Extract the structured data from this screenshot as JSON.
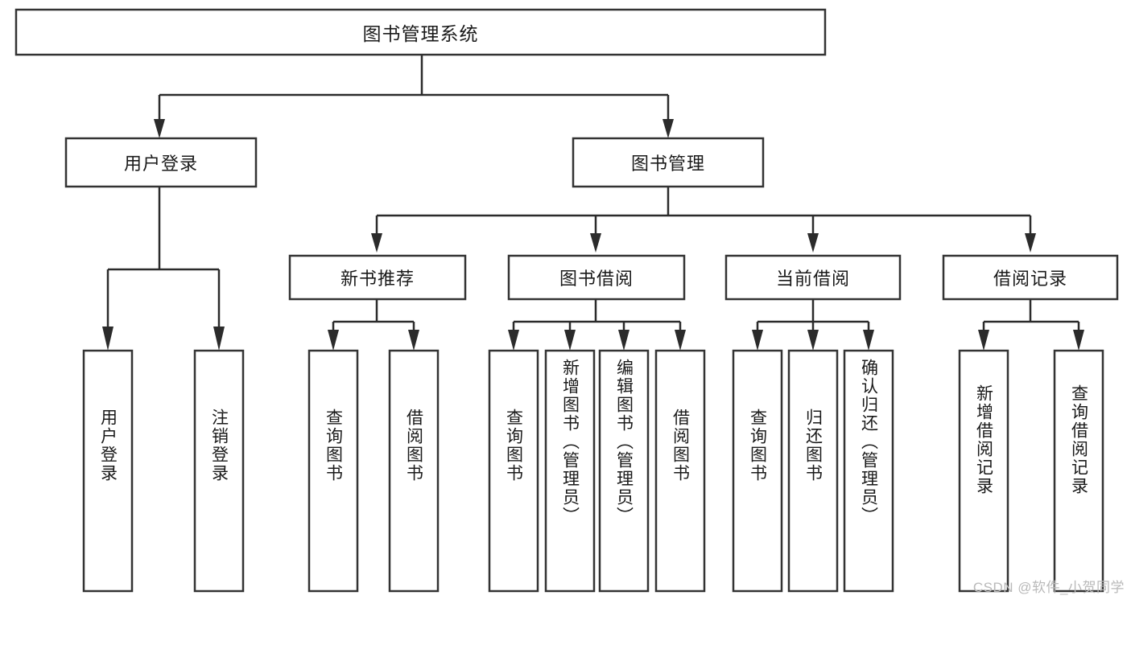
{
  "diagram": {
    "type": "tree-flowchart",
    "title_node": {
      "label": "图书管理系统"
    },
    "level2": [
      {
        "id": "user-login",
        "label": "用户登录"
      },
      {
        "id": "book-management",
        "label": "图书管理"
      }
    ],
    "level3": [
      {
        "id": "new-book-recommend",
        "label": "新书推荐"
      },
      {
        "id": "book-borrow",
        "label": "图书借阅"
      },
      {
        "id": "current-borrow",
        "label": "当前借阅"
      },
      {
        "id": "borrow-record",
        "label": "借阅记录"
      }
    ],
    "leaves": {
      "user_login": [
        {
          "id": "leaf-user-login",
          "label": "用户登录"
        },
        {
          "id": "leaf-logout-login",
          "label": "注销登录"
        }
      ],
      "new_book_recommend": [
        {
          "id": "leaf-query-book-1",
          "label": "查询图书"
        },
        {
          "id": "leaf-borrow-book-1",
          "label": "借阅图书"
        }
      ],
      "book_borrow": [
        {
          "id": "leaf-query-book-2",
          "label": "查询图书"
        },
        {
          "id": "leaf-add-book",
          "label": "新增图书（管理员）"
        },
        {
          "id": "leaf-edit-book",
          "label": "编辑图书（管理员）"
        },
        {
          "id": "leaf-borrow-book-2",
          "label": "借阅图书"
        }
      ],
      "current_borrow": [
        {
          "id": "leaf-query-book-3",
          "label": "查询图书"
        },
        {
          "id": "leaf-return-book",
          "label": "归还图书"
        },
        {
          "id": "leaf-confirm-return",
          "label": "确认归还（管理员）"
        }
      ],
      "borrow_record": [
        {
          "id": "leaf-add-record",
          "label": "新增借阅记录"
        },
        {
          "id": "leaf-query-record",
          "label": "查询借阅记录"
        }
      ]
    },
    "colors": {
      "box_stroke": "#333333",
      "box_fill": "#ffffff",
      "connector": "#2b2b2b",
      "text": "#1a1a1a",
      "watermark": "#b9b9b9",
      "background": "#ffffff"
    }
  },
  "watermark": {
    "text": "CSDN @软件_小贺同学"
  }
}
